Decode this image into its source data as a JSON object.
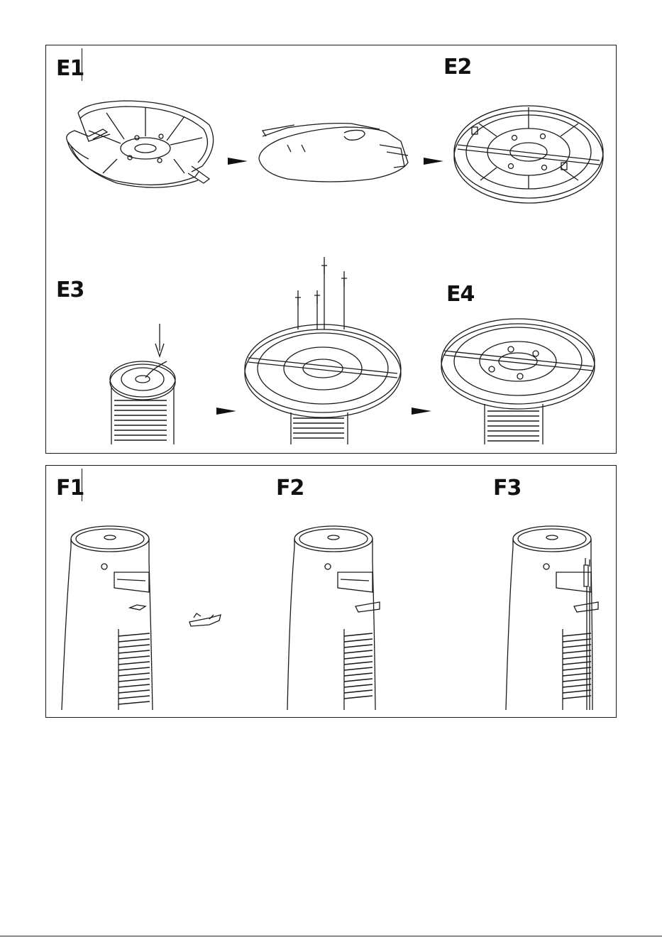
{
  "panels": {
    "e": {
      "steps": {
        "e1": "E1",
        "e2": "E2",
        "e3": "E3",
        "e4": "E4"
      }
    },
    "f": {
      "steps": {
        "f1": "F1",
        "f2": "F2",
        "f3": "F3"
      }
    }
  },
  "colors": {
    "line": "#1a1a1a",
    "arrow": "#111111",
    "background": "#ffffff"
  }
}
